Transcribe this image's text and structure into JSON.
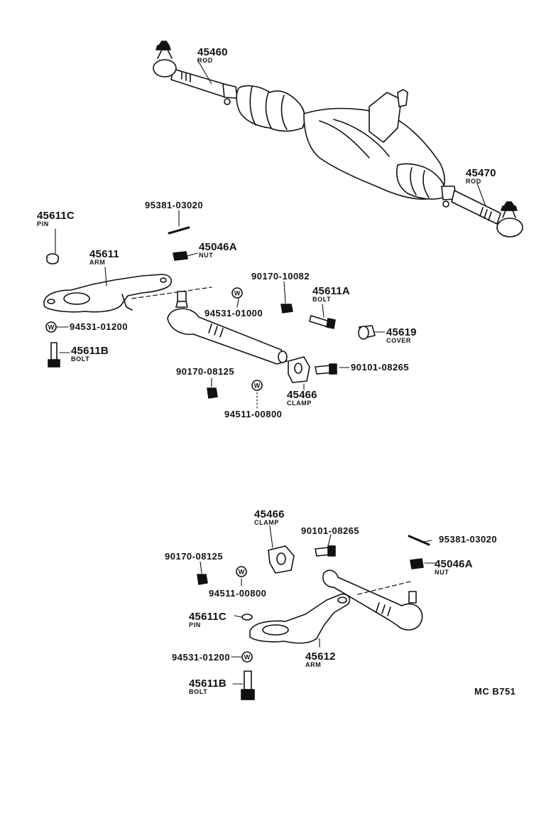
{
  "diagram": {
    "code": "MC B751",
    "upper": {
      "rod_left": {
        "pn": "45460",
        "name": "ROD"
      },
      "rod_right": {
        "pn": "45470",
        "name": "ROD"
      },
      "pin": {
        "pn": "45611C",
        "name": "PIN"
      },
      "cotter": {
        "pn": "95381-03020"
      },
      "nut": {
        "pn": "45046A",
        "name": "NUT"
      },
      "arm": {
        "pn": "45611",
        "name": "ARM"
      },
      "nut2": {
        "pn": "90170-10082"
      },
      "bolt_a": {
        "pn": "45611A",
        "name": "BOLT"
      },
      "washer_a": {
        "pn": "94531-01000"
      },
      "washer_b": {
        "pn": "94531-01200"
      },
      "cover": {
        "pn": "45619",
        "name": "COVER"
      },
      "bolt_b": {
        "pn": "45611B",
        "name": "BOLT"
      },
      "bolt_c": {
        "pn": "90101-08265"
      },
      "nut3": {
        "pn": "90170-08125"
      },
      "clamp": {
        "pn": "45466",
        "name": "CLAMP"
      },
      "washer_c": {
        "pn": "94511-00800"
      }
    },
    "lower": {
      "clamp": {
        "pn": "45466",
        "name": "CLAMP"
      },
      "bolt_c": {
        "pn": "90101-08265"
      },
      "cotter": {
        "pn": "95381-03020"
      },
      "nut3": {
        "pn": "90170-08125"
      },
      "nut": {
        "pn": "45046A",
        "name": "NUT"
      },
      "washer_c": {
        "pn": "94511-00800"
      },
      "pin": {
        "pn": "45611C",
        "name": "PIN"
      },
      "washer_b": {
        "pn": "94531-01200"
      },
      "arm": {
        "pn": "45612",
        "name": "ARM"
      },
      "bolt_b": {
        "pn": "45611B",
        "name": "BOLT"
      }
    }
  }
}
